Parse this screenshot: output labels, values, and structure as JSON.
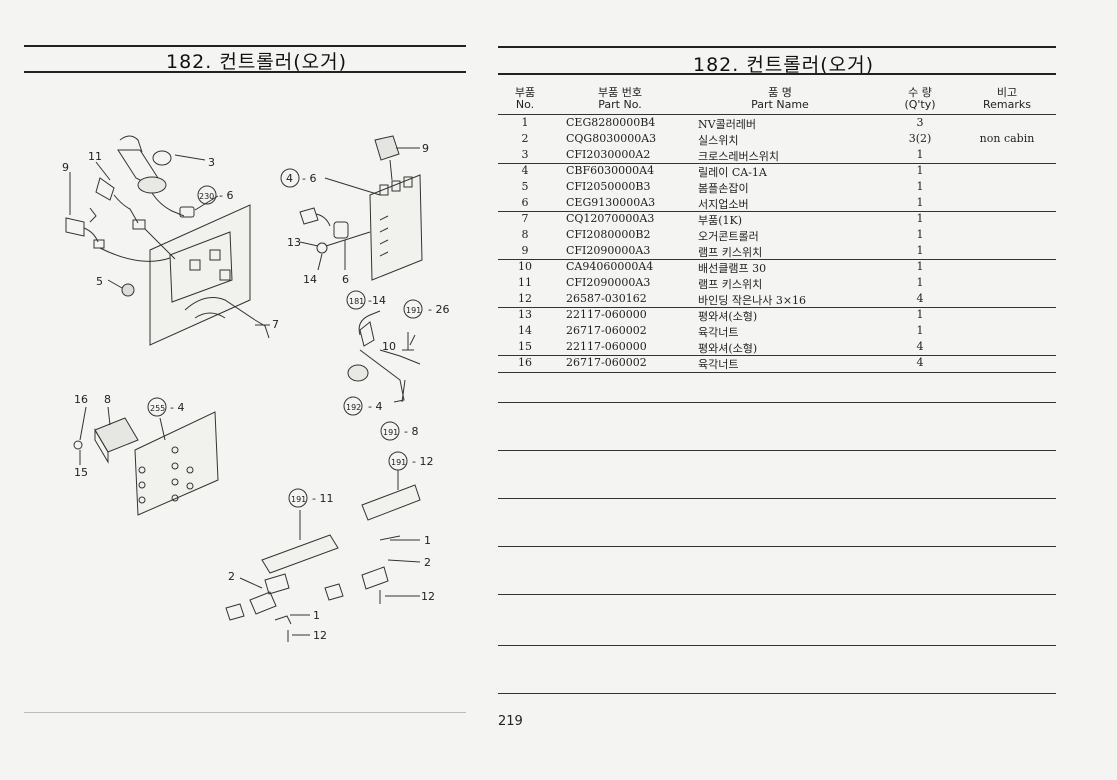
{
  "left_page": {
    "title": "182. 컨트롤러(오거)"
  },
  "right_page": {
    "title": "182. 컨트롤러(오거)",
    "page_number": "219",
    "table": {
      "headers": {
        "no_kr": "부품",
        "no_en": "No.",
        "part_no_kr": "부품 번호",
        "part_no_en": "Part No.",
        "name_kr": "품 명",
        "name_en": "Part Name",
        "qty_kr": "수 량",
        "qty_en": "(Q'ty)",
        "remarks_kr": "비고",
        "remarks_en": "Remarks"
      },
      "rows": [
        {
          "no": "1",
          "part_no": "CEG8280000B4",
          "name": "NV콜러레버",
          "qty": "3",
          "remarks": ""
        },
        {
          "no": "2",
          "part_no": "CQG8030000A3",
          "name": "실스위치",
          "qty": "3(2)",
          "remarks": "non cabin"
        },
        {
          "no": "3",
          "part_no": "CFI2030000A2",
          "name": "크로스레버스위치",
          "qty": "1",
          "remarks": ""
        },
        {
          "no": "4",
          "part_no": "CBF6030000A4",
          "name": "릴레이 CA-1A",
          "qty": "1",
          "remarks": ""
        },
        {
          "no": "5",
          "part_no": "CFI2050000B3",
          "name": "봄플손잡이",
          "qty": "1",
          "remarks": ""
        },
        {
          "no": "6",
          "part_no": "CEG9130000A3",
          "name": "서지업소버",
          "qty": "1",
          "remarks": ""
        },
        {
          "no": "7",
          "part_no": "CQ12070000A3",
          "name": "부품(1K)",
          "qty": "1",
          "remarks": ""
        },
        {
          "no": "8",
          "part_no": "CFI2080000B2",
          "name": "오거콘트롤러",
          "qty": "1",
          "remarks": ""
        },
        {
          "no": "9",
          "part_no": "CFI2090000A3",
          "name": "램프 키스위치",
          "qty": "1",
          "remarks": ""
        },
        {
          "no": "10",
          "part_no": "CA94060000A4",
          "name": "배선클램프 30",
          "qty": "1",
          "remarks": ""
        },
        {
          "no": "11",
          "part_no": "CFI2090000A3",
          "name": "램프 키스위치",
          "qty": "1",
          "remarks": ""
        },
        {
          "no": "12",
          "part_no": "26587-030162",
          "name": "바인딩 작은나사 3×16",
          "qty": "4",
          "remarks": ""
        },
        {
          "no": "13",
          "part_no": "22117-060000",
          "name": "평와셔(소형)",
          "qty": "1",
          "remarks": ""
        },
        {
          "no": "14",
          "part_no": "26717-060002",
          "name": "육각너트",
          "qty": "1",
          "remarks": ""
        },
        {
          "no": "15",
          "part_no": "22117-060000",
          "name": "평와셔(소형)",
          "qty": "4",
          "remarks": ""
        },
        {
          "no": "16",
          "part_no": "26717-060002",
          "name": "육각너트",
          "qty": "4",
          "remarks": ""
        }
      ]
    }
  },
  "diagram_labels": {
    "n9a": "9",
    "n11": "11",
    "n3": "3",
    "n230": "230",
    "d6a": "- 6",
    "n4": "4",
    "d6b": "- 6",
    "n9b": "9",
    "n13": "13",
    "n14": "14",
    "n6": "6",
    "n5": "5",
    "n7": "7",
    "n181": "181",
    "d14": "-14",
    "n191a": "191",
    "d26": "- 26",
    "n10": "10",
    "n192": "192",
    "d4a": "- 4",
    "n191b": "191",
    "d8": "- 8",
    "n16": "16",
    "n8": "8",
    "n255": "255",
    "d4b": "- 4",
    "n15": "15",
    "n191c": "191",
    "d12a": "- 12",
    "n191d": "191",
    "d11": "- 11",
    "n1a": "1",
    "n2a": "2",
    "n2b": "2",
    "n12a": "12",
    "n1b": "1",
    "n12b": "12"
  }
}
